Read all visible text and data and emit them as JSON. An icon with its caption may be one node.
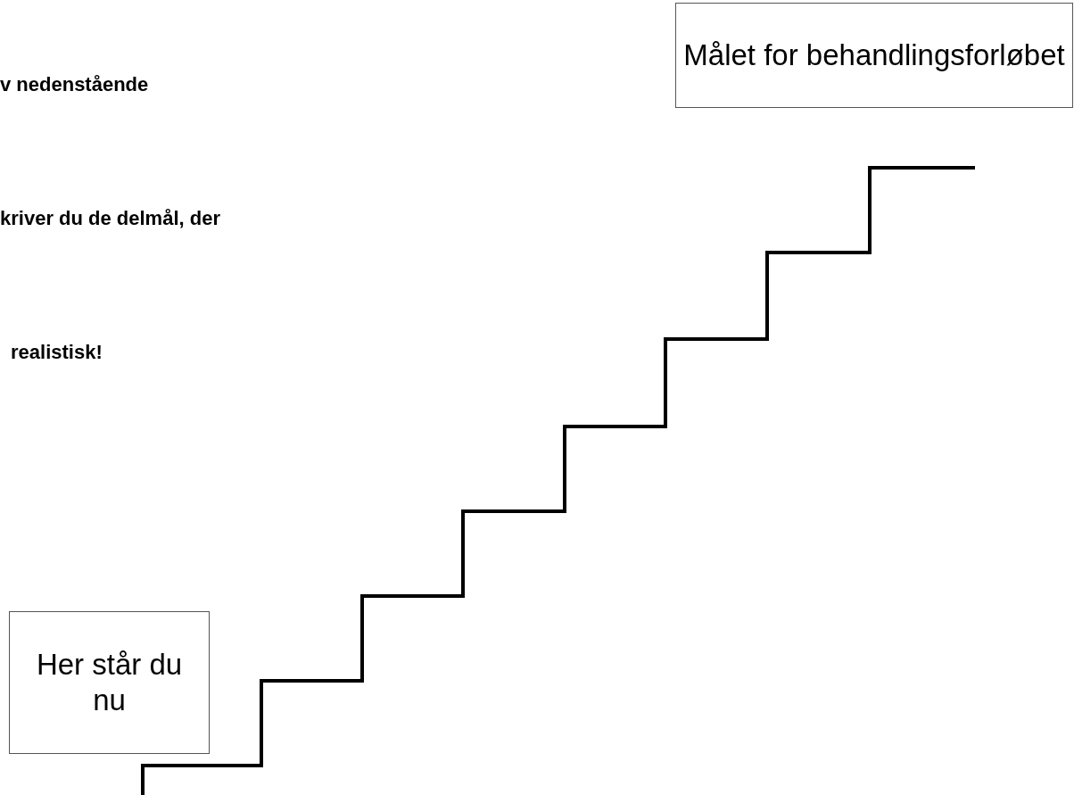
{
  "diagram": {
    "nodes": [
      {
        "text": [
          "Målet for behandlingsforløbet"
        ]
      },
      {
        "text": [
          "Her står du nu"
        ]
      }
    ],
    "labels": [
      "v nedenstående",
      "kriver du de delmål, der",
      "realistisk!"
    ]
  }
}
